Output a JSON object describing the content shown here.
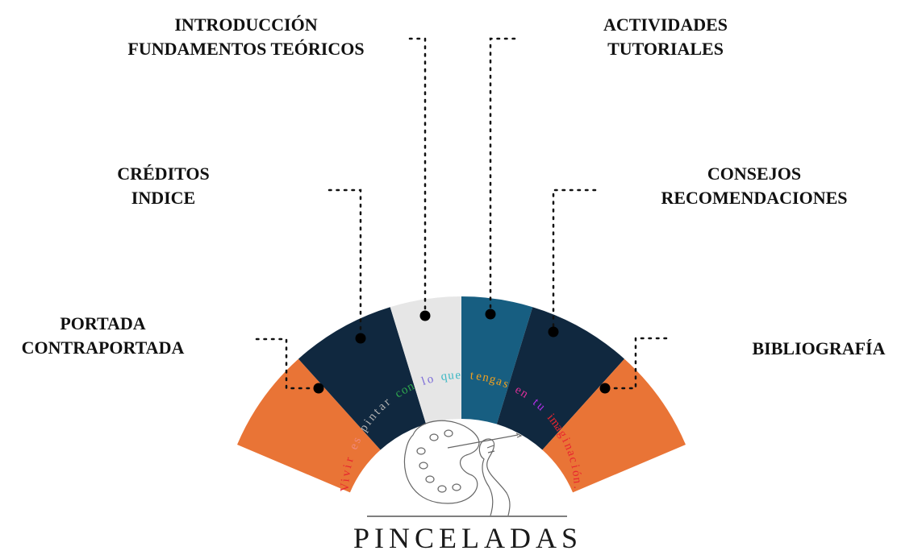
{
  "sections": [
    {
      "id": "portada",
      "lines": [
        "PORTADA",
        "CONTRAPORTADA"
      ],
      "color": "#e97436"
    },
    {
      "id": "creditos",
      "lines": [
        "CRÉDITOS",
        "INDICE"
      ],
      "color": "#10283f"
    },
    {
      "id": "introduccion",
      "lines": [
        "INTRODUCCIÓN",
        "FUNDAMENTOS TEÓRICOS"
      ],
      "color": "#e6e6e6"
    },
    {
      "id": "actividades",
      "lines": [
        "ACTIVIDADES",
        "TUTORIALES"
      ],
      "color": "#175e81"
    },
    {
      "id": "consejos",
      "lines": [
        "CONSEJOS",
        "RECOMENDACIONES"
      ],
      "color": "#10283f"
    },
    {
      "id": "bibliografia",
      "lines": [
        "BIBLIOGRAFÍA"
      ],
      "color": "#e97436"
    }
  ],
  "tagline": "Vivir es pintar con lo que tengas en tu imaginación.",
  "tagline_colors": [
    "#e8262f",
    "#f08a7e",
    "#b4b4b4",
    "#2fa84f",
    "#7a6ad8",
    "#3bb8c4",
    "#f0a020",
    "#e0309a",
    "#b030e8"
  ],
  "brand": "PINCELADAS",
  "logo_icon": "palette-hand-brush-icon"
}
